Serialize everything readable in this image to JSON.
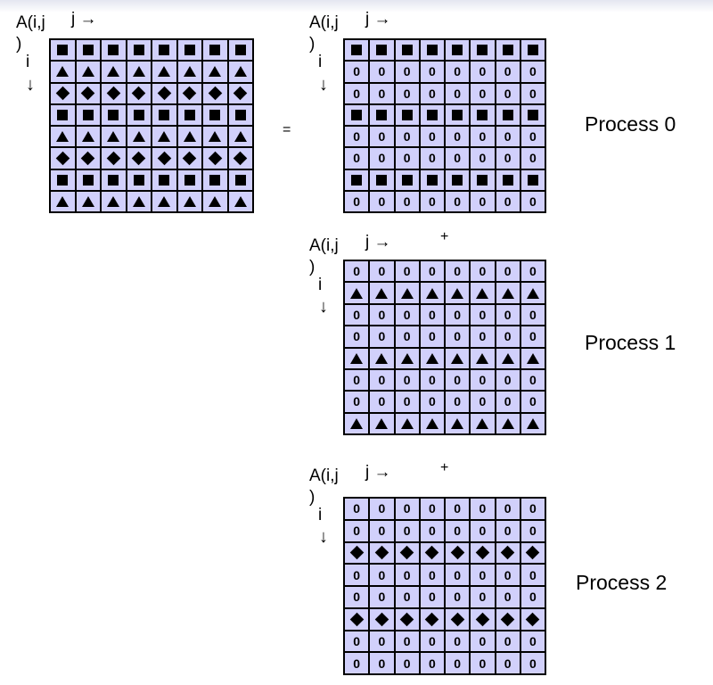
{
  "labels": {
    "a_ij": "A(i,j",
    "paren": ")",
    "i": "i",
    "j_arrow": "j →",
    "i_arrow": "↓",
    "equals": "=",
    "plus": "+"
  },
  "cell_text": {
    "zero": "0"
  },
  "symbols": {
    "S": "square",
    "T": "triangle",
    "D": "diamond",
    "0": "zero"
  },
  "colors": {
    "cell_fill": "#d1d0fb",
    "grid_line": "#000000"
  },
  "matrices": {
    "full": {
      "rows": [
        "SSSSSSSS",
        "TTTTTTTT",
        "DDDDDDDD",
        "SSSSSSSS",
        "TTTTTTTT",
        "DDDDDDDD",
        "SSSSSSSS",
        "TTTTTTTT"
      ]
    },
    "process0": {
      "label": "Process 0",
      "rows": [
        "SSSSSSSS",
        "00000000",
        "00000000",
        "SSSSSSSS",
        "00000000",
        "00000000",
        "SSSSSSSS",
        "00000000"
      ]
    },
    "process1": {
      "label": "Process 1",
      "rows": [
        "00000000",
        "TTTTTTTT",
        "00000000",
        "00000000",
        "TTTTTTTT",
        "00000000",
        "00000000",
        "TTTTTTTT"
      ]
    },
    "process2": {
      "label": "Process 2",
      "rows": [
        "00000000",
        "00000000",
        "DDDDDDDD",
        "00000000",
        "00000000",
        "DDDDDDDD",
        "00000000",
        "00000000"
      ]
    }
  }
}
